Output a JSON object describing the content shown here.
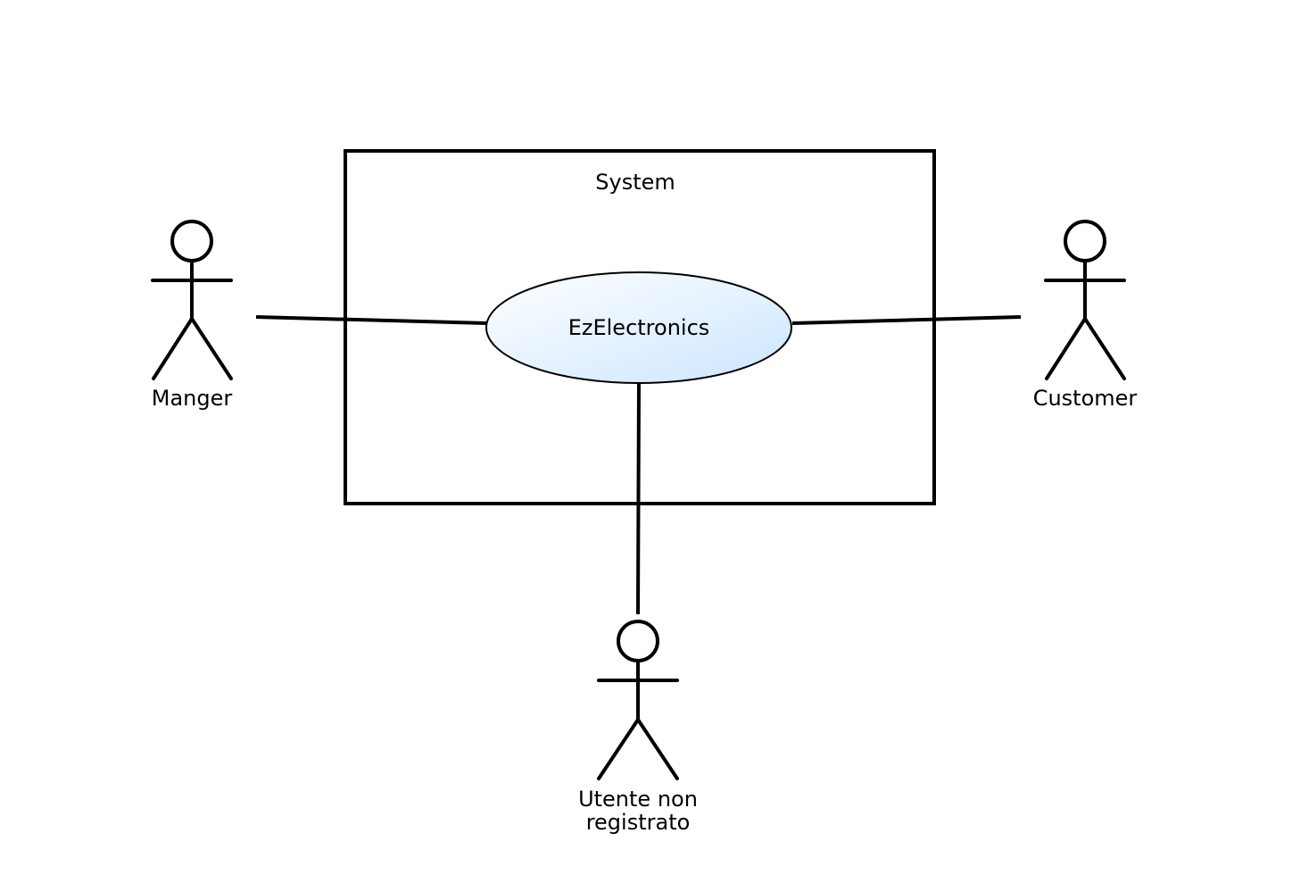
{
  "diagram": {
    "type": "UML use case diagram",
    "system": {
      "label": "System"
    },
    "use_case": {
      "label": "EzElectronics",
      "fill_top": "#ffffff",
      "fill_bottom": "#cce5ff"
    },
    "actors": [
      {
        "id": "manager",
        "label": "Manger"
      },
      {
        "id": "customer",
        "label": "Customer"
      },
      {
        "id": "unregistered",
        "label_line1": "Utente non",
        "label_line2": "registrato"
      }
    ],
    "associations": [
      {
        "from": "manager",
        "to": "EzElectronics"
      },
      {
        "from": "customer",
        "to": "EzElectronics"
      },
      {
        "from": "unregistered",
        "to": "EzElectronics"
      }
    ]
  }
}
